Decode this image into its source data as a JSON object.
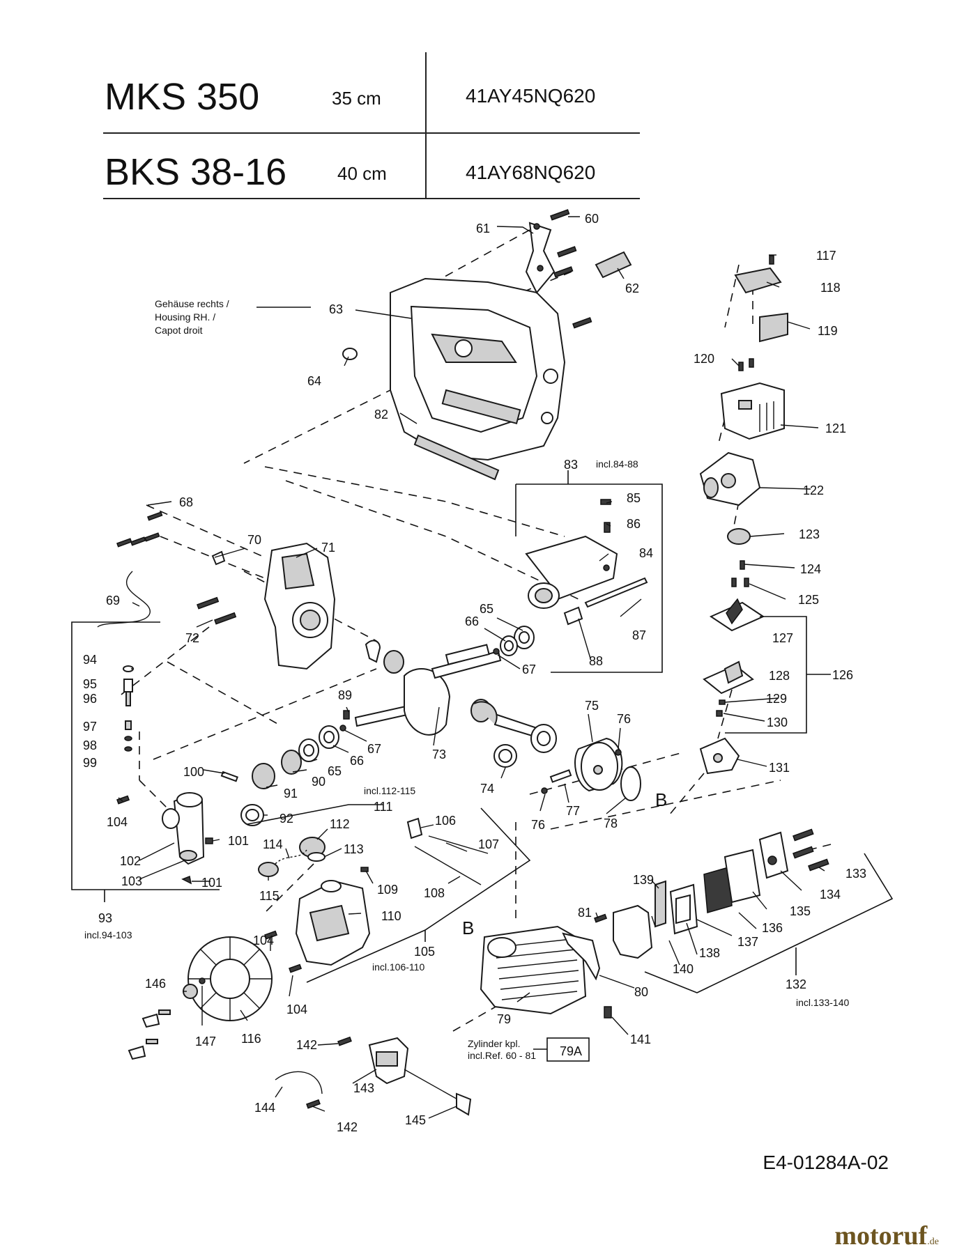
{
  "header": {
    "rows": [
      {
        "model": "MKS 350",
        "bar_length": "35 cm",
        "article": "41AY45NQ620"
      },
      {
        "model": "BKS 38-16",
        "bar_length": "40 cm",
        "article": "41AY68NQ620"
      }
    ]
  },
  "housing_note": [
    "Gehäuse rechts /",
    "Housing RH. /",
    "Capot droit"
  ],
  "group_notes": {
    "g83": "incl.84-88",
    "g111": "incl.112-115",
    "g93": "incl.94-103",
    "g105": "incl.106-110",
    "g132": "incl.133-140",
    "cylinder_line1": "Zylinder kpl.",
    "cylinder_line2": "incl.Ref. 60 - 81",
    "cylinder_ref": "79A"
  },
  "part_numbers": {
    "p60": "60",
    "p61": "61",
    "p62": "62",
    "p63": "63",
    "p64": "64",
    "p67b": "67",
    "p68": "68",
    "p69": "69",
    "p70": "70",
    "p71": "71",
    "p72": "72",
    "p73": "73",
    "p74": "74",
    "p75": "75",
    "p76a": "76",
    "p76b": "76",
    "p77": "77",
    "p78": "78",
    "p79": "79",
    "p80": "80",
    "p81": "81",
    "p82": "82",
    "p83": "83",
    "p84": "84",
    "p85": "85",
    "p86": "86",
    "p87": "87",
    "p88": "88",
    "p89": "89",
    "p90": "90",
    "p91": "91",
    "p92": "92",
    "p93": "93",
    "p94": "94",
    "p95": "95",
    "p96": "96",
    "p97": "97",
    "p98": "98",
    "p99": "99",
    "p100": "100",
    "p101a": "101",
    "p101b": "101",
    "p102": "102",
    "p103": "103",
    "p104a": "104",
    "p104b": "104",
    "p104c": "104",
    "p105": "105",
    "p106": "106",
    "p107": "107",
    "p108": "108",
    "p109": "109",
    "p110": "110",
    "p111": "111",
    "p112": "112",
    "p113": "113",
    "p114": "114",
    "p115": "115",
    "p116": "116",
    "p117": "117",
    "p118": "118",
    "p119": "119",
    "p120": "120",
    "p121": "121",
    "p122": "122",
    "p123": "123",
    "p124": "124",
    "p125": "125",
    "p126": "126",
    "p127": "127",
    "p128": "128",
    "p129": "129",
    "p130": "130",
    "p131": "131",
    "p132": "132",
    "p133": "133",
    "p134": "134",
    "p135": "135",
    "p136": "136",
    "p137": "137",
    "p138": "138",
    "p139": "139",
    "p140": "140",
    "p141": "141",
    "p142a": "142",
    "p142b": "142",
    "p143": "143",
    "p144": "144",
    "p145": "145",
    "p146": "146",
    "p147": "147",
    "p65a": "65",
    "p65b": "65",
    "p66a": "66",
    "p66b": "66",
    "p67a": "67",
    "B1": "B",
    "B2": "B"
  },
  "document_code": "E4-01284A-02",
  "brand": {
    "name": "motoruf",
    "suffix": ".de"
  }
}
